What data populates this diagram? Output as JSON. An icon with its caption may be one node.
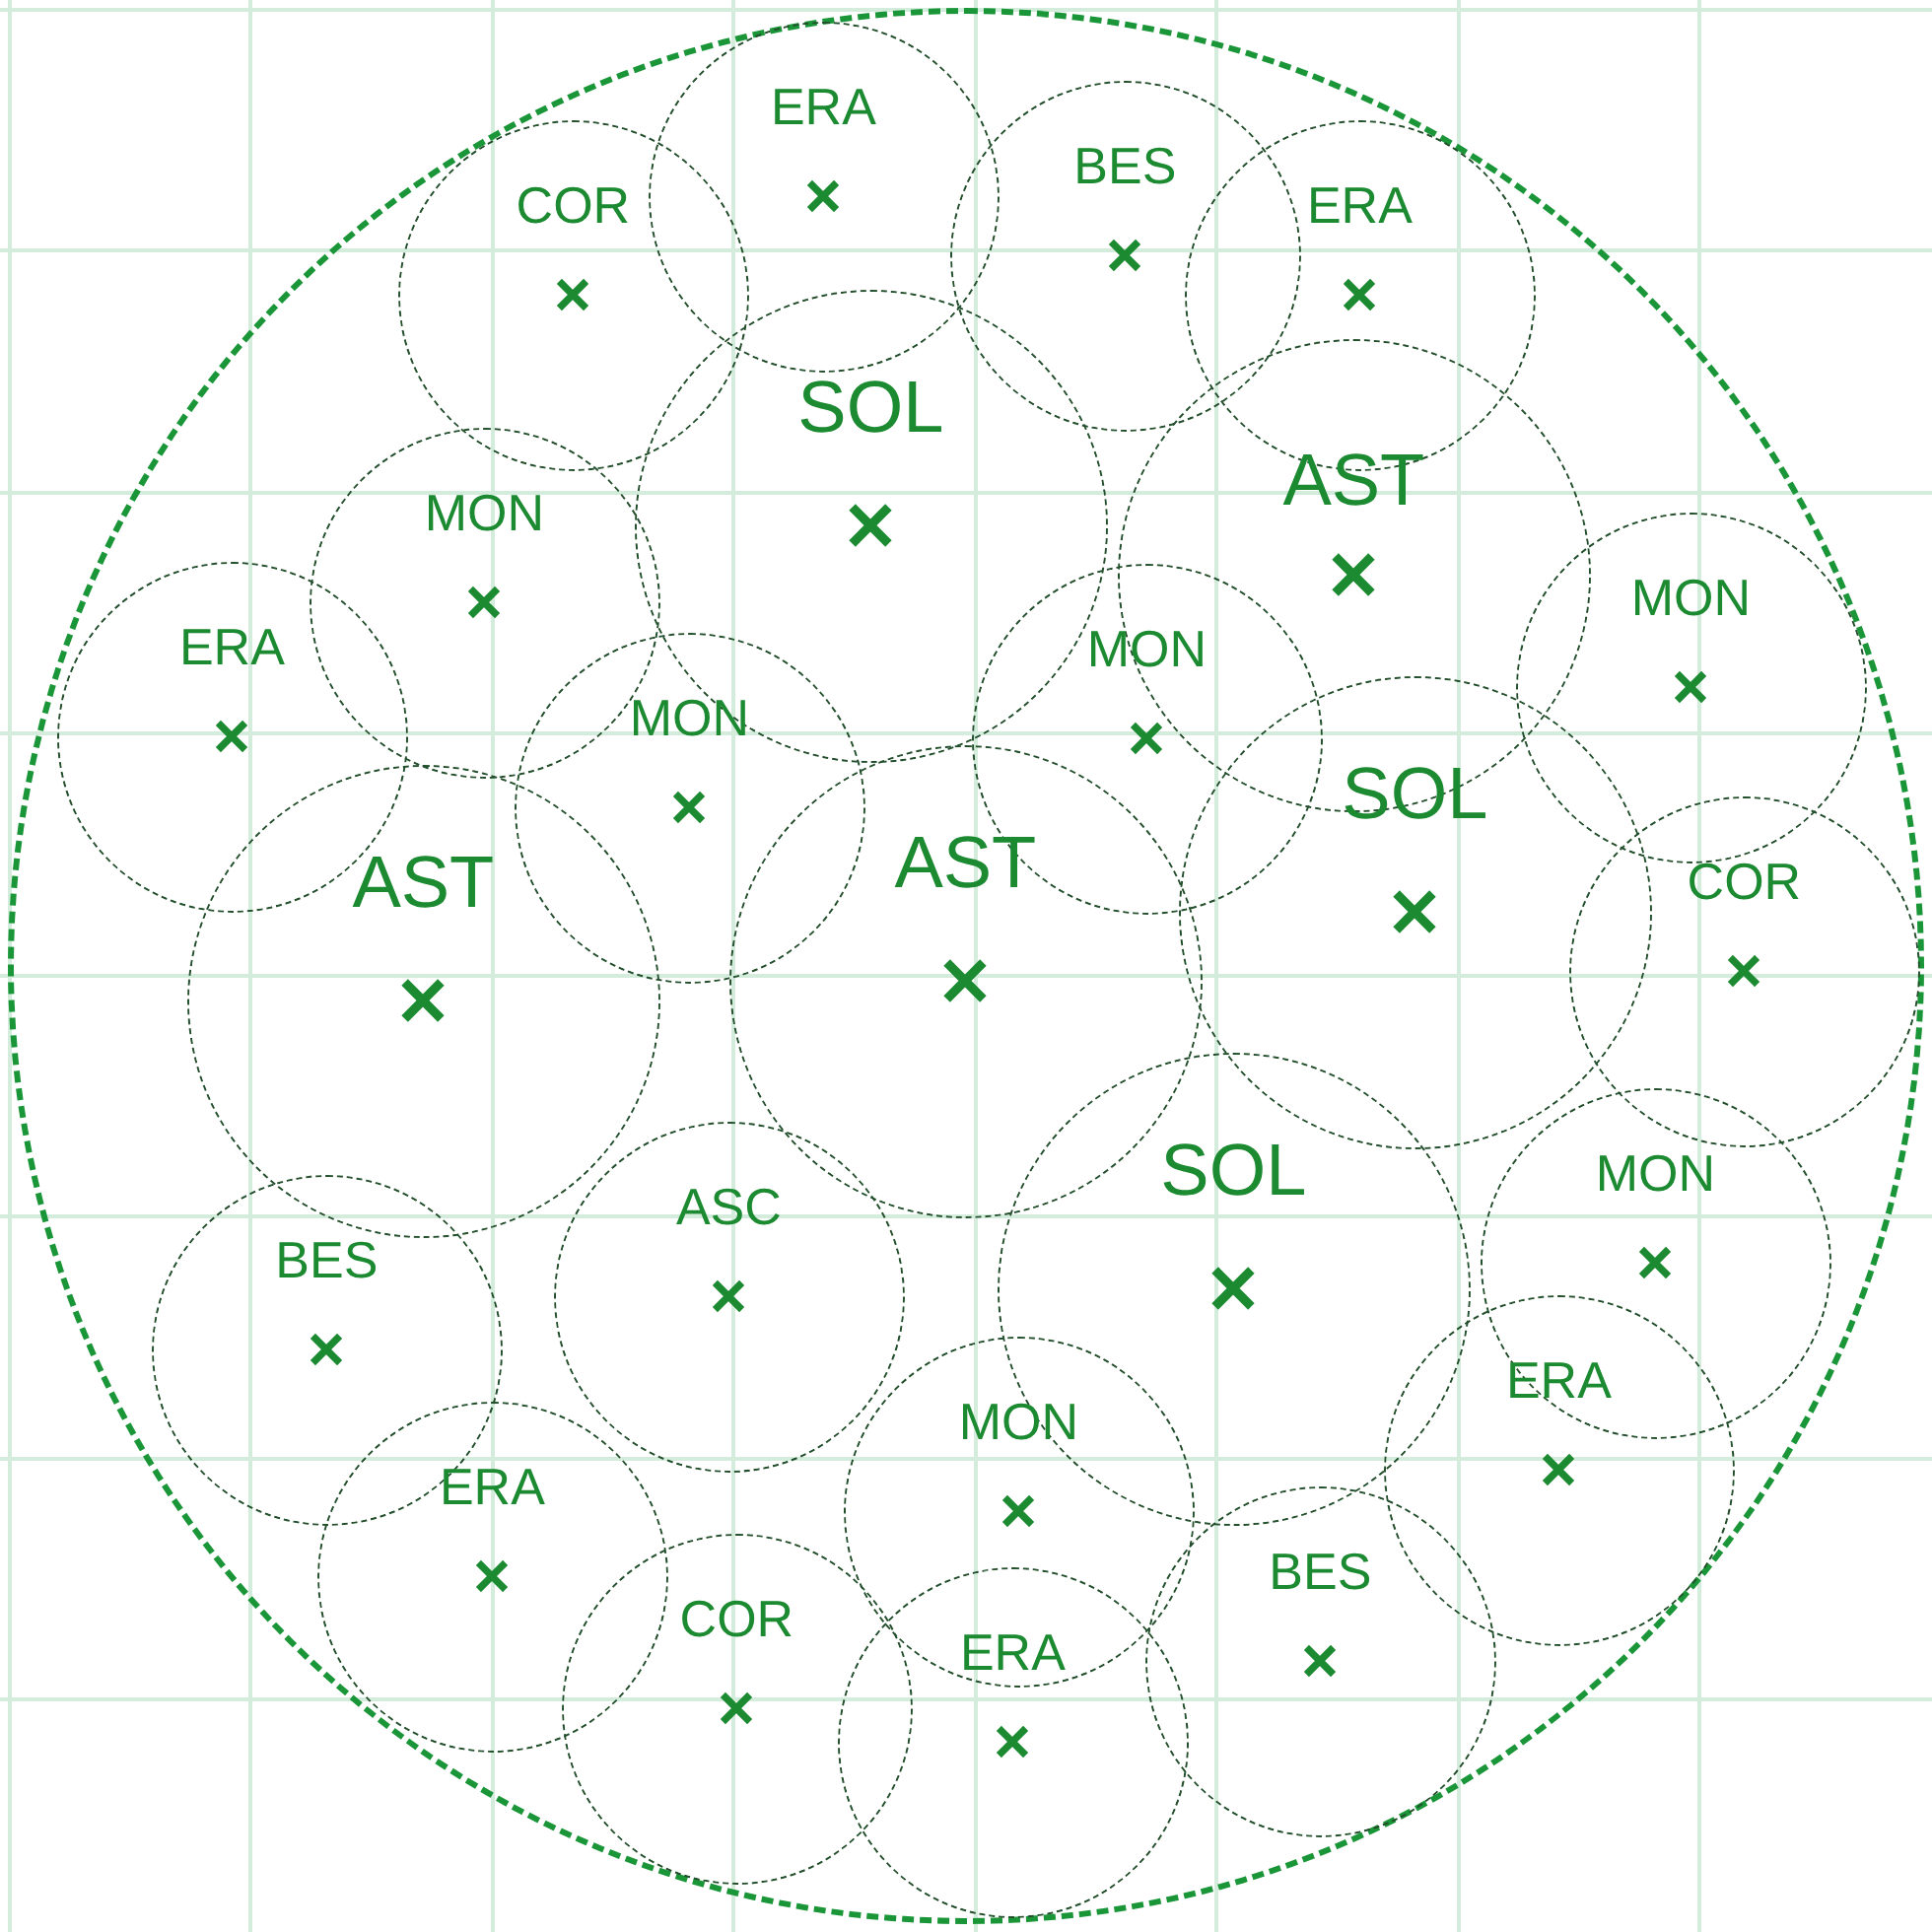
{
  "diagram": {
    "nodes": [
      {
        "text": [],
        "shape": "circle"
      },
      {
        "text": [
          "COR"
        ],
        "in": 0
      },
      {
        "text": [
          "ERA"
        ],
        "in": 0
      },
      {
        "text": [
          "BES"
        ],
        "in": 0
      },
      {
        "text": [
          "ERA"
        ],
        "in": 0
      },
      {
        "text": [
          "MON"
        ],
        "in": 0
      },
      {
        "text": [
          "SOL"
        ],
        "in": 0
      },
      {
        "text": [
          "AST"
        ],
        "in": 0
      },
      {
        "text": [
          "MON"
        ],
        "in": 0
      },
      {
        "text": [
          "ERA"
        ],
        "in": 0
      },
      {
        "text": [
          "MON"
        ],
        "in": 0
      },
      {
        "text": [
          "MON"
        ],
        "in": 0
      },
      {
        "text": [
          "AST"
        ],
        "in": 0
      },
      {
        "text": [
          "AST"
        ],
        "in": 0
      },
      {
        "text": [
          "SOL"
        ],
        "in": 0
      },
      {
        "text": [
          "COR"
        ],
        "in": 0
      },
      {
        "text": [
          "BES"
        ],
        "in": 0
      },
      {
        "text": [
          "ASC"
        ],
        "in": 0
      },
      {
        "text": [
          "SOL"
        ],
        "in": 0
      },
      {
        "text": [
          "MON"
        ],
        "in": 0
      },
      {
        "text": [
          "ERA"
        ],
        "in": 0
      },
      {
        "text": [
          "MON"
        ],
        "in": 0
      },
      {
        "text": [
          "ERA"
        ],
        "in": 0
      },
      {
        "text": [
          "COR"
        ],
        "in": 0
      },
      {
        "text": [
          "ERA"
        ],
        "in": 0
      },
      {
        "text": [
          "BES"
        ],
        "in": 0
      }
    ]
  }
}
